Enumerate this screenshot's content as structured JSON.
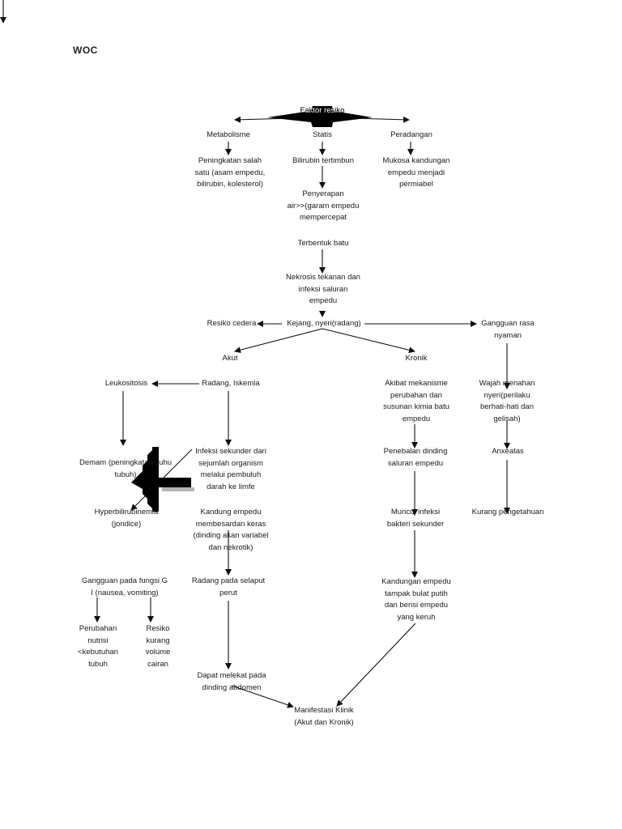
{
  "title": "WOC",
  "nodes": {
    "faktor": "Faktor resiko",
    "metabolisme": "Metabolisme",
    "statis": "Statis",
    "peradangan": "Peradangan",
    "peningkatan": "Peningkatan salah\nsatu (asam empedu,\nbilirubin, kolesterol)",
    "bilirubin": "Bilirubin tertimbun",
    "mukosa": "Mukosa kandungan\nempedu menjadi\npermiabel",
    "penyerapan": "Penyerapan\nair>>(garam empedu\nmempercepat",
    "terbentuk": "Terbentuk batu",
    "nekrosis": "Nekrosis tekanan dan\ninfeksi saluran\nempedu",
    "resiko_cedera": "Resiko cedera",
    "kejang": "Kejang, nyeri(radang)",
    "gangguan_rasa": "Gangguan rasa\nnyaman",
    "akut": "Akut",
    "kronik": "Kronik",
    "leukositosis": "Leukositosis",
    "radang": "Radang, Iskemia",
    "akibat": "Akibat mekanisme\nperubahan dan\nsusunan kimia batu\nempedu",
    "wajah": "Wajah menahan\nnyeri(perilaku\nberhati-hati dan\ngelisah)",
    "demam": "Demam (peningkatan suhu\ntubuh)",
    "infeksi_sekunder": "Infeksi sekunder dari\nsejumlah organism\nmelalui pembuluh\ndarah ke limfe",
    "penebalan": "Penebalan dinding\nsaluran empedu",
    "ansietas": "Anxeatas",
    "hyperbilirubinemia": "Hyperbilirubinemia\n(jondice)",
    "kandung": "Kandung empedu\nmembesardan keras\n(dinding akan variabel\ndan nekrotik)",
    "muncul": "Muncul infeksi\nbakteri sekunder",
    "kurang": "Kurang pengetahuan",
    "gangguan_gi": "Gangguan pada fungsi G\nI (nausea,          vomiting)",
    "radang_selaput": "Radang pada selaput\nperut",
    "kandungan": "Kandungan empedu\ntampak bulat putih\ndan berisi empedu\nyang keruh",
    "perubahan": "Perubahan\nnutrisi\n<kebutuhan\ntubuh",
    "resiko_kurang": "Resiko\nkurang\nvolume\ncairan",
    "melekat": "Dapat melekat pada\ndinding abdomen",
    "manifestasi": "Manifestasi Klinik\n(Akut dan Kronik)"
  },
  "icons": {
    "cursor": "arrow-cursor-icon",
    "pointer_blob": "blocky-arrow-cursor-icon"
  }
}
